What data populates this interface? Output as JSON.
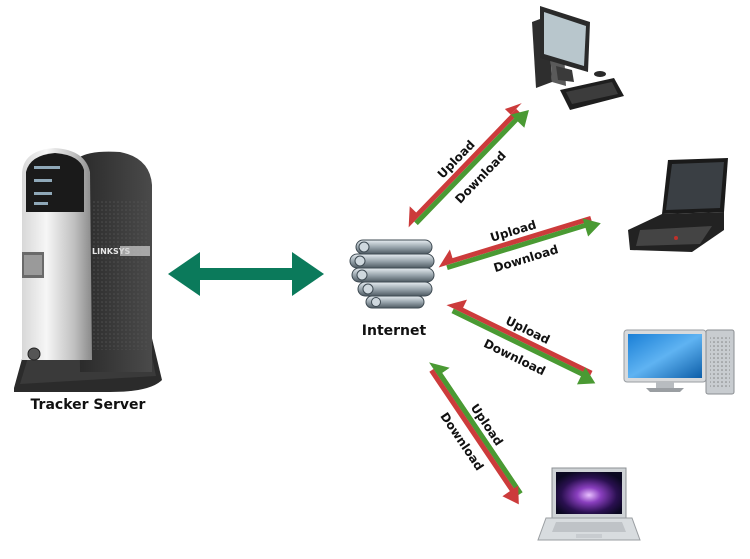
{
  "labels": {
    "server": "Tracker Server",
    "internet": "Internet"
  },
  "server_device": {
    "brand": "LINKSYS"
  },
  "links": [
    {
      "upload": "Upload",
      "download": "Download"
    },
    {
      "upload": "Upload",
      "download": "Download"
    },
    {
      "upload": "Upload",
      "download": "Download"
    },
    {
      "upload": "Upload",
      "download": "Download"
    }
  ],
  "colors": {
    "server_link": "#0b7a5b",
    "upload_arrow": "#cc3b3b",
    "download_arrow": "#4a9a33"
  }
}
